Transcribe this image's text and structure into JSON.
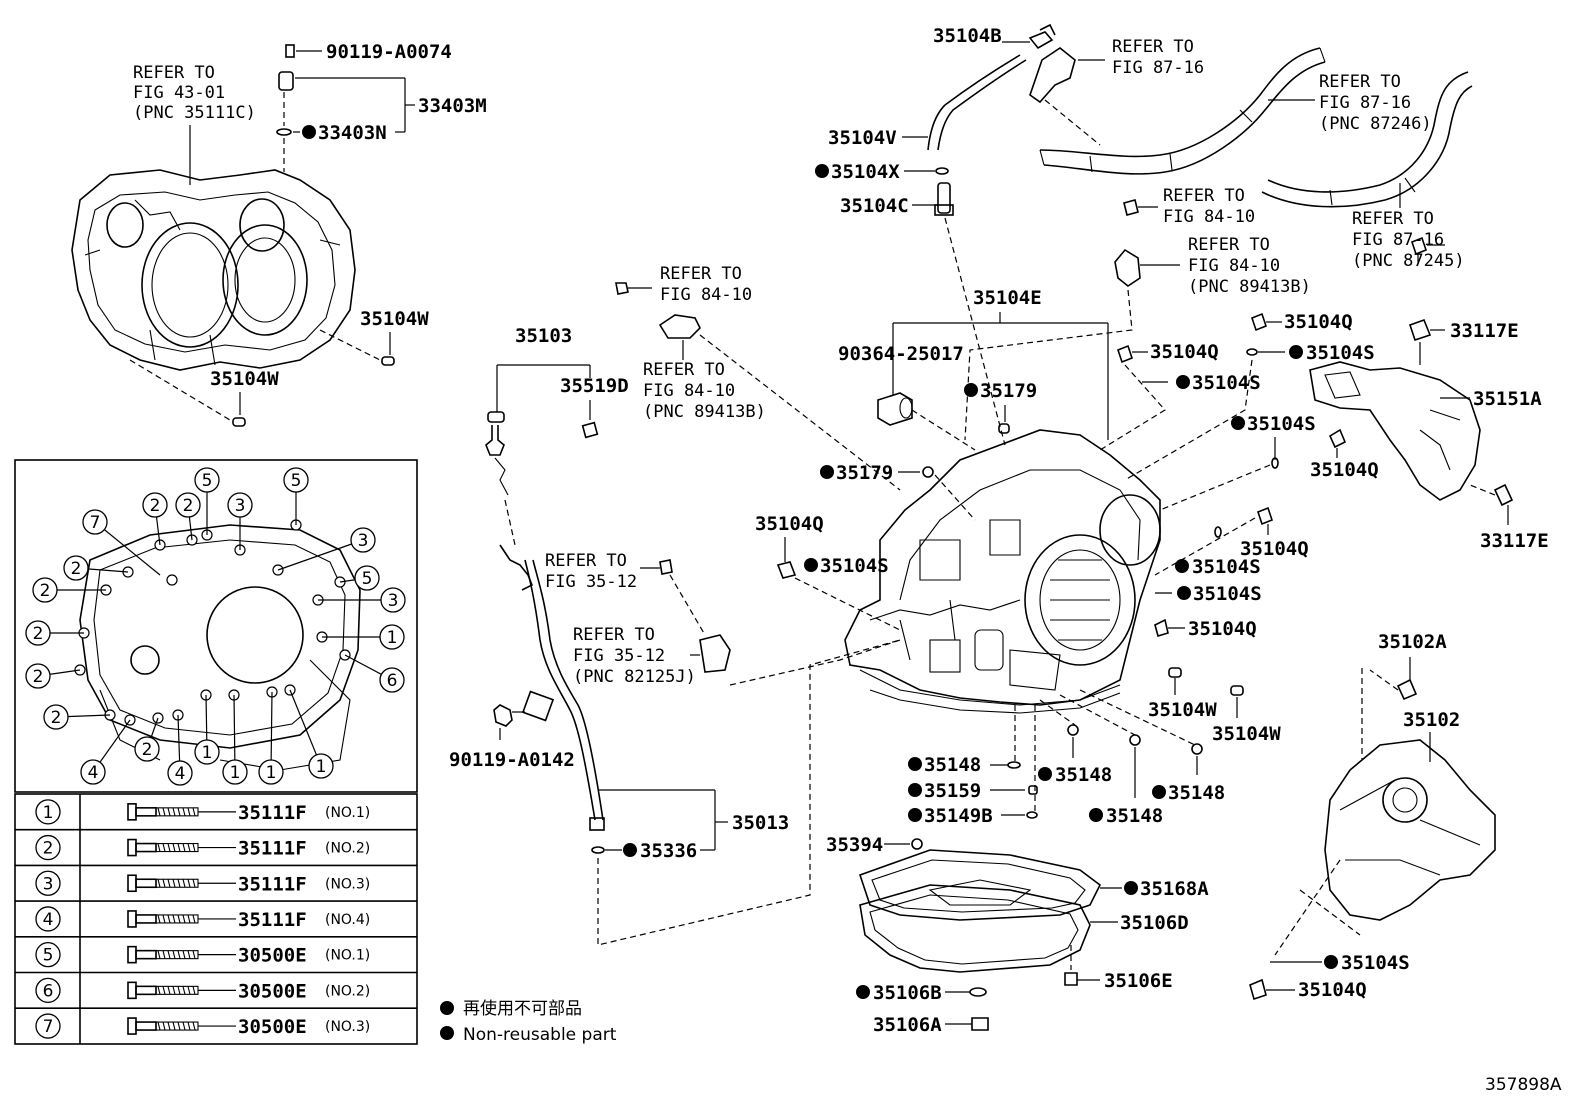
{
  "diagram_id": "357898A",
  "refer_notes": {
    "fig43": [
      "REFER TO",
      "FIG 43-01",
      "(PNC 35111C)"
    ],
    "fig87a": [
      "REFER TO",
      "FIG 87-16"
    ],
    "fig87b": [
      "REFER TO",
      "FIG 87-16",
      "(PNC 87246)"
    ],
    "fig87c": [
      "REFER TO",
      "FIG 87-16",
      "(PNC 87245)"
    ],
    "fig84a": [
      "REFER TO",
      "FIG 84-10"
    ],
    "fig84b": [
      "REFER TO",
      "FIG 84-10",
      "(PNC 89413B)"
    ],
    "fig84c": [
      "REFER TO",
      "FIG 84-10"
    ],
    "fig84d": [
      "REFER TO",
      "FIG 84-10",
      "(PNC 89413B)"
    ],
    "fig35a": [
      "REFER TO",
      "FIG 35-12"
    ],
    "fig35b": [
      "REFER TO",
      "FIG 35-12",
      "(PNC 82125J)"
    ]
  },
  "parts": {
    "p90119_A0074": "90119-A0074",
    "p33403M": "33403M",
    "p33403N": "33403N",
    "p35104W_a": "35104W",
    "p35104W_b": "35104W",
    "p35104B": "35104B",
    "p35104V": "35104V",
    "p35104X": "35104X",
    "p35104C": "35104C",
    "p35103": "35103",
    "p35519D": "35519D",
    "p35104E": "35104E",
    "p90364": "90364-25017",
    "p35179_a": "35179",
    "p35179_b": "35179",
    "p35104Q_1": "35104Q",
    "p35104S_1": "35104S",
    "p35104Q_2": "35104Q",
    "p35104S_2": "35104S",
    "p33117E_a": "33117E",
    "p35151A": "35151A",
    "p35104S_3": "35104S",
    "p35104Q_3": "35104Q",
    "p33117E_b": "33117E",
    "p35104Q_4": "35104Q",
    "p35104S_4": "35104S",
    "p35104Q_5": "35104Q",
    "p35104S_5": "35104S",
    "p35104S_6": "35104S",
    "p35104Q_6": "35104Q",
    "p35104W_c": "35104W",
    "p35104W_d": "35104W",
    "p35102A": "35102A",
    "p35102": "35102",
    "p90119_A0142": "90119-A0142",
    "p35013": "35013",
    "p35336": "35336",
    "p35148_a": "35148",
    "p35148_b": "35148",
    "p35148_c": "35148",
    "p35148_d": "35148",
    "p35159": "35159",
    "p35149B": "35149B",
    "p35394": "35394",
    "p35168A": "35168A",
    "p35106D": "35106D",
    "p35106E": "35106E",
    "p35106B": "35106B",
    "p35106A": "35106A",
    "p35104S_7": "35104S",
    "p35104Q_7": "35104Q"
  },
  "bolt_table": [
    {
      "key": "1",
      "part": "35111F",
      "variant": "(NO.1)"
    },
    {
      "key": "2",
      "part": "35111F",
      "variant": "(NO.2)"
    },
    {
      "key": "3",
      "part": "35111F",
      "variant": "(NO.3)"
    },
    {
      "key": "4",
      "part": "35111F",
      "variant": "(NO.4)"
    },
    {
      "key": "5",
      "part": "30500E",
      "variant": "(NO.1)"
    },
    {
      "key": "6",
      "part": "30500E",
      "variant": "(NO.2)"
    },
    {
      "key": "7",
      "part": "30500E",
      "variant": "(NO.3)"
    }
  ],
  "legend": {
    "jp": "再使用不可部品",
    "en": "Non-reusable part"
  }
}
